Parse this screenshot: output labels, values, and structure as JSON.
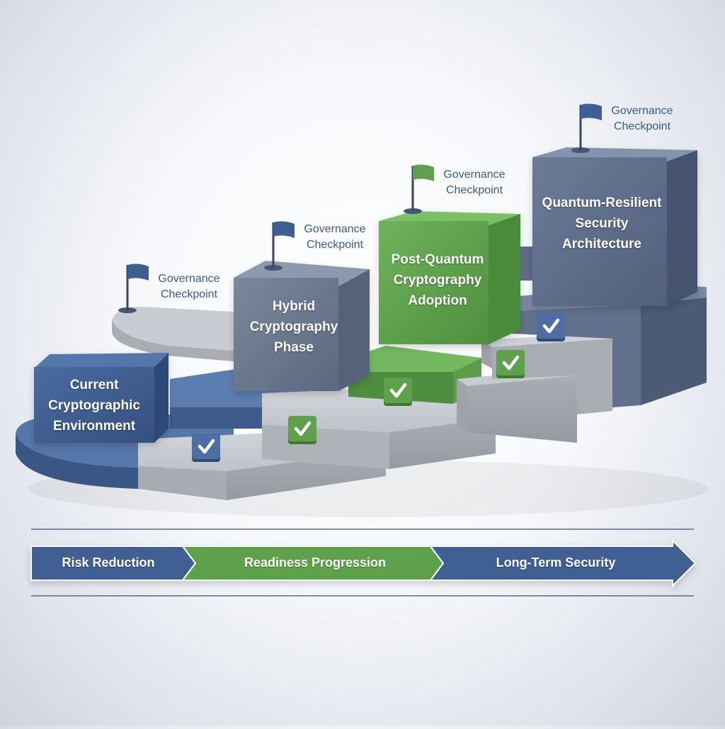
{
  "stages": [
    {
      "label": "Current Cryptographic Environment",
      "lines": [
        "Current",
        "Cryptographic",
        "Environment"
      ],
      "color": "#3f5f92"
    },
    {
      "label": "Hybrid Cryptography Phase",
      "lines": [
        "Hybrid",
        "Cryptography",
        "Phase"
      ],
      "color": "#6b7a92"
    },
    {
      "label": "Post-Quantum Cryptography Adoption",
      "lines": [
        "Post-Quantum",
        "Cryptography",
        "Adoption"
      ],
      "color": "#5fa04c"
    },
    {
      "label": "Quantum-Resilient Security Architecture",
      "lines": [
        "Quantum-Resilient",
        "Security",
        "Architecture"
      ],
      "color": "#5e6f8c"
    }
  ],
  "checkpoints": [
    {
      "lines": [
        "Governance",
        "Checkpoint"
      ],
      "flag_color": "#3f5f92"
    },
    {
      "lines": [
        "Governance",
        "Checkpoint"
      ],
      "flag_color": "#3f5f92"
    },
    {
      "lines": [
        "Governance",
        "Checkpoint"
      ],
      "flag_color": "#5fa04c"
    },
    {
      "lines": [
        "Governance",
        "Checkpoint"
      ],
      "flag_color": "#3f5f92"
    }
  ],
  "check_badges": [
    "blue",
    "green",
    "green",
    "green",
    "blue"
  ],
  "progress_arrow": {
    "segments": [
      {
        "label": "Risk Reduction",
        "color": "#3f5f92"
      },
      {
        "label": "Readiness Progression",
        "color": "#5fa04c"
      },
      {
        "label": "Long-Term Security",
        "color": "#3f5f92"
      }
    ]
  },
  "colors": {
    "navy": "#3f5f92",
    "green": "#5fa04c",
    "slate": "#6b7a92",
    "stone": "#b9bdc4"
  }
}
